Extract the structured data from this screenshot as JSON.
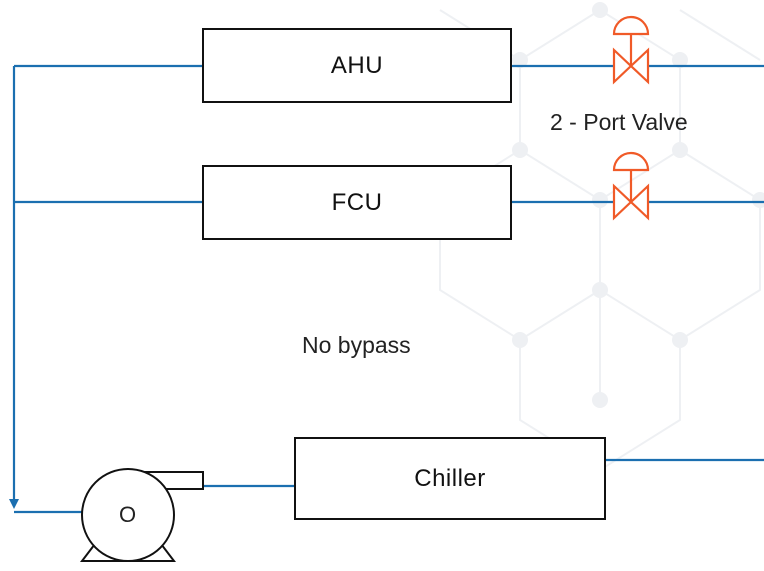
{
  "units": {
    "ahu": "AHU",
    "fcu": "FCU",
    "chiller": "Chiller"
  },
  "labels": {
    "valve": "2 - Port Valve",
    "bypass": "No bypass",
    "pump_symbol": "O"
  },
  "icons": {
    "valve": "two-port-valve-icon",
    "pump": "pump-icon"
  },
  "colors": {
    "pipe": "#1b6fb0",
    "valve": "#f05a28",
    "outline": "#111111",
    "background_pattern": "#eef0f3"
  }
}
